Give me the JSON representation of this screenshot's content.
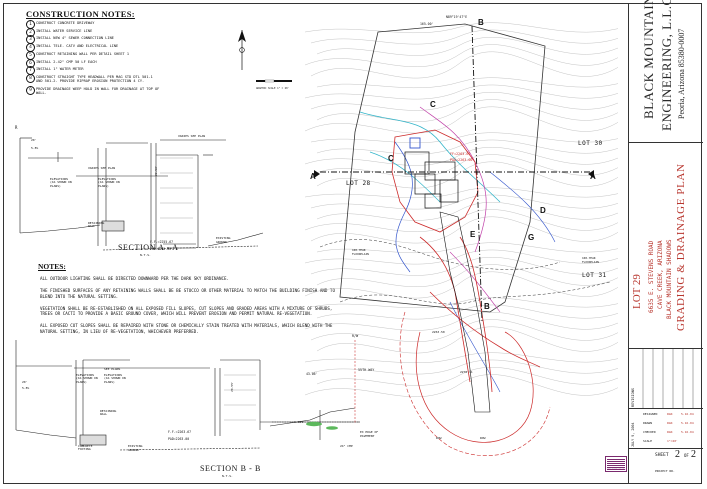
{
  "construction_notes": {
    "title": "CONSTRUCTION NOTES:",
    "items": [
      {
        "num": "1",
        "text": "CONSTRUCT CONCRETE DRIVEWAY"
      },
      {
        "num": "2",
        "text": "INSTALL WATER SERVICE LINE"
      },
      {
        "num": "3",
        "text": "INSTALL NEW 4\" SEWER CONNECTION LINE"
      },
      {
        "num": "4",
        "text": "INSTALL TELE. CATV AND ELECTRICAL LINE"
      },
      {
        "num": "5",
        "text": "CONSTRUCT RETAINING WALL PER DETAIL SHEET 1"
      },
      {
        "num": "6",
        "text": "INSTALL 2-42\" CMP 50 LF EACH"
      },
      {
        "num": "7",
        "text": "INSTALL 1\" WATER METER"
      },
      {
        "num": "8",
        "text": "CONSTRUCT STRAIGHT TYPE HEADWALL PER MAG STD DTL 501-1 AND 501-2. PROVIDE RIPRAP EROSION PROTECTION 4 CY."
      },
      {
        "num": "9",
        "text": "PROVIDE DRAINAGE WEEP HOLD IN WALL FOR DRAINAGE AT TOP OF WALL."
      }
    ]
  },
  "notes": {
    "title": "NOTES:",
    "paragraphs": [
      "ALL OUTDOOR LIGHTING SHALL BE DIRECTED DOWNWARD PER THE DARK SKY ORDINANCE.",
      "THE FINISHED SURFACES OF ANY RETAINING WALLS SHALL BE BE STUCCO OR OTHER MATERIAL TO MATCH THE BUILDING FINISH AND TO BLEND INTO THE NATURAL SETTING.",
      "VEGETATION SHALL BE RE-ESTABLISHED ON ALL EXPOSED FILL SLOPES, CUT SLOPES AND GRADED AREAS WITH A MIXTURE OF SHRUBS, TREES OR CACTI TO PROVIDE A BASIC GROUND COVER, WHICH WILL PREVENT EROSION AND PERMIT NATURAL RE-VEGETATION.",
      "ALL EXPOSED CUT SLOPES SHALL BE REPAIRED WITH STONE OR CHEMICALLY STAIN TREATED WITH MATERIALS, WHICH BLEND WITH THE NATURAL SETTING, IN LIEU OF RE-VEGETATION, WHICHEVER PREFERRED."
    ]
  },
  "section_aa": {
    "title": "SECTION  A - A",
    "sub": "N.T.S.",
    "labels": {
      "varies_top": "VARIES SEE PLAN",
      "varies_left": "VARIES SEE PLAN",
      "dim_20": "20'",
      "dim_58": "5.8%",
      "dim_ten": "10'",
      "dim_2": "2'",
      "elev1": "ELEVATIONS (AS SHOWN ON PLANS)",
      "elev2": "ELEVATIONS (AS SHOWN ON PLANS)",
      "ht": "22.50'",
      "retaining": "RETAINING WALL",
      "footing": "FOOTING",
      "ff": "F.F.=2255.67",
      "pad": "PAD=2255.00",
      "existing": "EXISTING GROUND",
      "r": "R",
      "e": "E"
    }
  },
  "section_bb": {
    "title": "SECTION  B - B",
    "sub": "N.T.S.",
    "labels": {
      "dim_20": "20'",
      "dim_58": "5.8%",
      "elev1": "ELEVATIONS (AS SHOWN ON PLANS)",
      "elev2": "ELEVATIONS (AS SHOWN ON PLANS)",
      "ht": "20.55'",
      "retaining": "RETAINING WALL",
      "footing": "FOOTING",
      "concrete": "CONCRETE FOOTING",
      "ff": "F.F.=2263.67",
      "pad": "PAD=2263.00",
      "existing": "EXISTING GROUND",
      "rw": "R/W",
      "street": "55TH WAY",
      "dim_43": "43.06'",
      "edge": "EX EDGE OF PAVEMENT",
      "cmp": "24\" CMP",
      "slope": "1.00%",
      "see_plans": "SEE PLANS"
    }
  },
  "plan": {
    "lot30": "LOT 30",
    "lot28": "LOT 28",
    "lot31": "LOT 31",
    "lot29": "LOT 29",
    "marker_a": "A",
    "marker_b": "B",
    "marker_c": "C",
    "marker_d": "D",
    "marker_e": "E",
    "marker_g": "G",
    "scale_label": "GRAPHIC SCALE  1\" = 20'",
    "scale_ticks": [
      "0",
      "10",
      "20",
      "40"
    ],
    "bearing_top": "N89°19'47\"E",
    "dist_top": "165.00'",
    "flood1": "100-YEAR FLOODPLAIN",
    "flood2": "100-YEAR FLOODPLAIN",
    "row1": "ROW",
    "row2": "ROW",
    "ff": "FF=2263.67",
    "pad": "PAD=2263.00",
    "spot1": "2263.50",
    "spot2": "2270.31"
  },
  "title_block": {
    "firm_line1": "BLACK MOUNTAIN",
    "firm_line2": "ENGINEERING, L.L.C.",
    "firm_line3": "Peoria, Arizona 85380-0007",
    "lot": "LOT 29",
    "address1": "6635 E. STEVENS ROAD",
    "address2": "CAVE CREEK, ARIZONA",
    "subdivision": "BLACK MOUNTAIN SHADOWS",
    "plan_title": "GRADING & DRAINAGE PLAN",
    "sheet_label": "SHEET",
    "sheet_num": "2",
    "sheet_of": "OF",
    "sheet_total": "2",
    "project_no": "PROJECT NO.",
    "revisions": "REVISIONS",
    "date": "JULY 9, 2004",
    "designed": "DESIGNED",
    "drawn": "DRAWN",
    "checked": "CHECKED",
    "scale": "SCALE",
    "scale_val": "1\"=20'",
    "initials1": "RGR",
    "initials2": "RGR",
    "initials3": "RGR",
    "d1": "5-16-04",
    "d2": "5-16-04",
    "d3": "5-16-04",
    "stamp_text": "CALL TWO WORKING DAYS BEFORE YOU DIG"
  }
}
